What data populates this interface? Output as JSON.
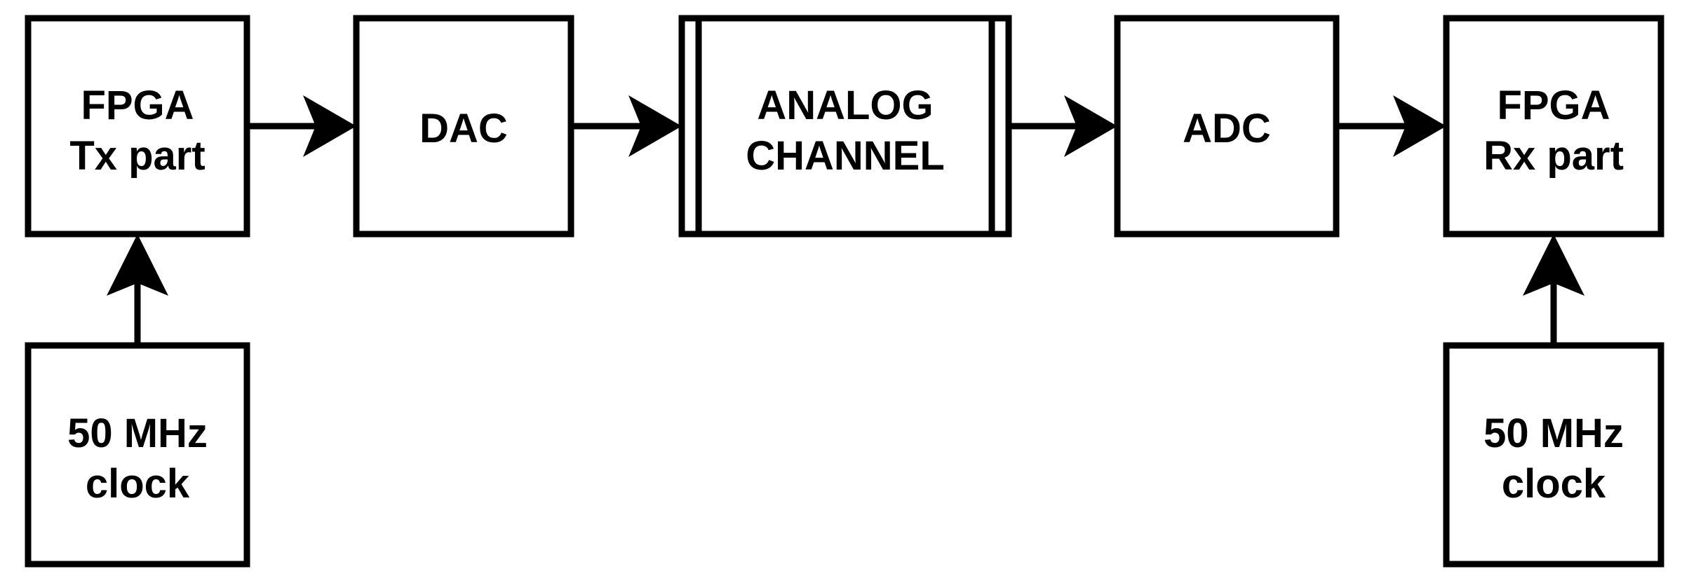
{
  "blocks": {
    "fpga_tx": {
      "line1": "FPGA",
      "line2": "Tx part"
    },
    "dac": {
      "line1": "DAC"
    },
    "analog_channel": {
      "line1": "ANALOG",
      "line2": "CHANNEL"
    },
    "adc": {
      "line1": "ADC"
    },
    "fpga_rx": {
      "line1": "FPGA",
      "line2": "Rx part"
    },
    "clock_tx": {
      "line1": "50 MHz",
      "line2": "clock"
    },
    "clock_rx": {
      "line1": "50 MHz",
      "line2": "clock"
    }
  },
  "colors": {
    "stroke": "#000000",
    "background": "#ffffff"
  }
}
